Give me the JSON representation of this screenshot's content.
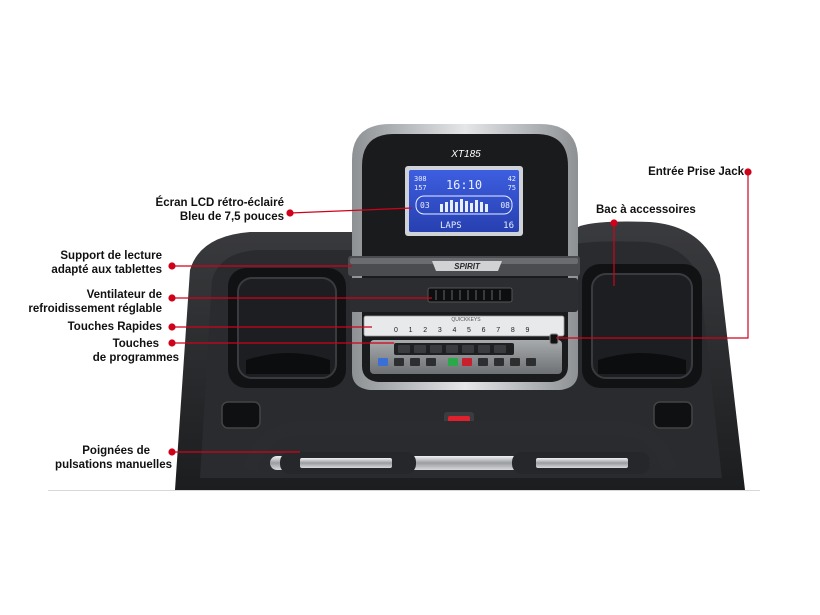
{
  "console": {
    "model": "XT185",
    "brand": "SPIRIT",
    "quickkeys_title": "QUICKKEYS",
    "lcd": {
      "left_top": "308",
      "left_bottom": "157",
      "time": "16:10",
      "right_top": "42",
      "right_bottom": "75",
      "ring_left": "03",
      "ring_right": "08",
      "bottom_word": "LAPS",
      "bottom_value": "16"
    },
    "quick_keys": [
      "0",
      "1",
      "2",
      "3",
      "4",
      "5",
      "6",
      "7",
      "8",
      "9"
    ]
  },
  "callouts": {
    "lcd": [
      "Écran LCD rétro-éclairé",
      "Bleu de 7,5 pouces"
    ],
    "tablet": [
      "Support de lecture",
      "adapté aux tablettes"
    ],
    "fan": [
      "Ventilateur de",
      "refroidissement réglable"
    ],
    "quick_keys": "Touches Rapides",
    "programs": [
      "Touches",
      "de programmes"
    ],
    "pulse": [
      "Poignées de",
      "pulsations manuelles"
    ],
    "jack": "Entrée Prise Jack",
    "tray": "Bac à accessoires"
  },
  "colors": {
    "callout_red": "#d0021b",
    "console_dark": "#1a1b1d",
    "lcd_blue": "#2d4cc8",
    "frame_silver": "#c9cbce"
  }
}
